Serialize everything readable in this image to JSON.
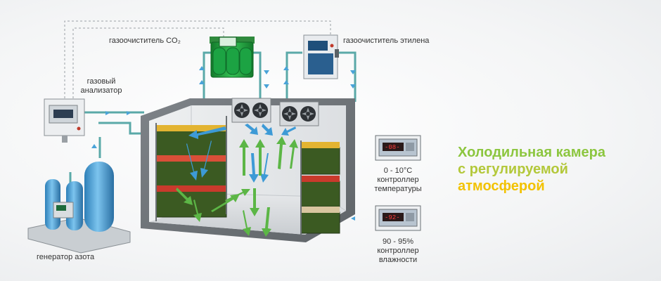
{
  "labels": {
    "co2_scrubber": "газоочиститель CO₂",
    "ethylene_scrubber": "газоочиститель этилена",
    "gas_analyzer_line1": "газовый",
    "gas_analyzer_line2": "анализатор",
    "nitrogen_generator": "генератор азота",
    "temp_range": "0 - 10°С",
    "temp_controller_line1": "контроллер",
    "temp_controller_line2": "температуры",
    "humidity_range": "90 - 95%",
    "humidity_controller_line1": "контроллер",
    "humidity_controller_line2": "влажности"
  },
  "title": {
    "line1": "Холодильная камера",
    "line2": "с регулируемой",
    "line3": "атмосферой"
  },
  "colors": {
    "title_line1": "#8cc63f",
    "title_line2": "#b3c83a",
    "title_line3": "#f2c200",
    "pipe": "#5aa9a8",
    "scrubber_co2": "#1e9e3c",
    "tank": "#4aa3d8",
    "airflow_cold": "#3d9ad6",
    "airflow_return": "#5cb646"
  },
  "icons": {
    "co2_scrubber": "green-machine-icon",
    "ethylene_scrubber": "control-cabinet-icon",
    "gas_analyzer": "analyzer-box-icon",
    "nitrogen_generator": "gas-tanks-icon",
    "evaporator": "fan-unit-icon",
    "controller": "digital-controller-icon"
  }
}
